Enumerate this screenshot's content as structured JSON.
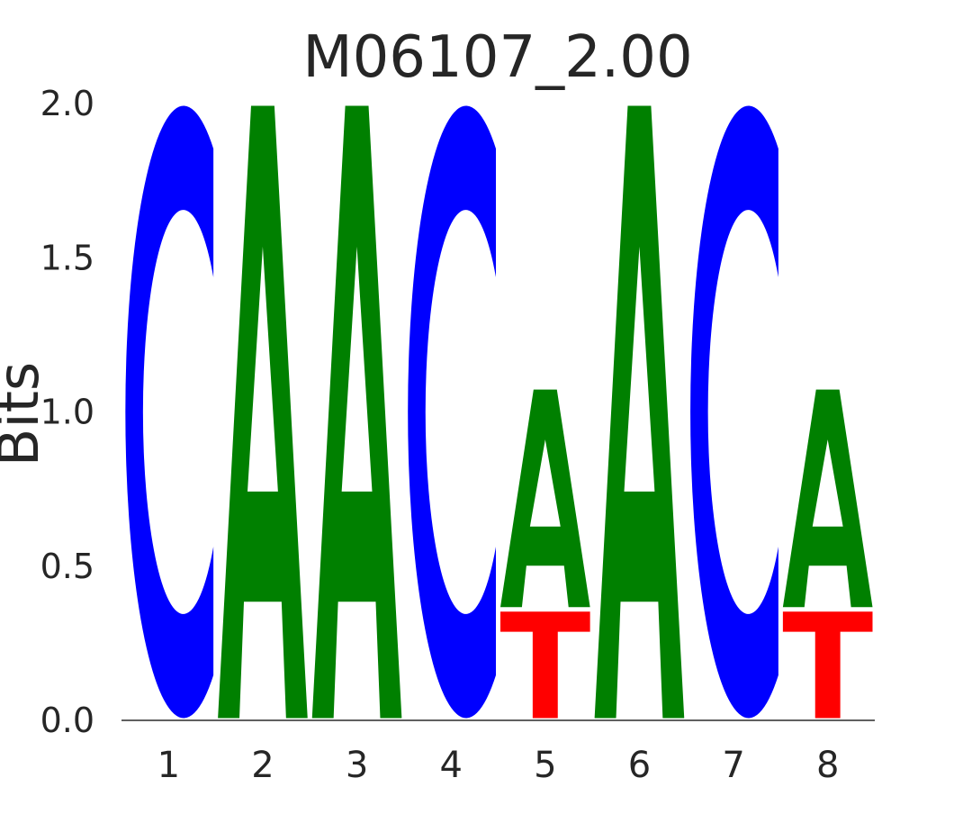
{
  "chart_data": {
    "type": "sequence-logo",
    "title": "M06107_2.00",
    "ylabel": "Bits",
    "xlabel": "",
    "ylim": [
      0,
      2.0
    ],
    "yticks": [
      "0.0",
      "0.5",
      "1.0",
      "1.5",
      "2.0"
    ],
    "ytick_values": [
      0,
      0.5,
      1.0,
      1.5,
      2.0
    ],
    "positions": [
      "1",
      "2",
      "3",
      "4",
      "5",
      "6",
      "7",
      "8"
    ],
    "colors": {
      "A": "#008000",
      "C": "#0000ff",
      "G": "#ffa500",
      "T": "#ff0000"
    },
    "columns": [
      [
        {
          "letter": "C",
          "bits": 2.0
        }
      ],
      [
        {
          "letter": "A",
          "bits": 2.0
        }
      ],
      [
        {
          "letter": "A",
          "bits": 2.0
        }
      ],
      [
        {
          "letter": "C",
          "bits": 2.0
        }
      ],
      [
        {
          "letter": "T",
          "bits": 0.36
        },
        {
          "letter": "A",
          "bits": 0.72
        }
      ],
      [
        {
          "letter": "A",
          "bits": 2.0
        }
      ],
      [
        {
          "letter": "C",
          "bits": 2.0
        }
      ],
      [
        {
          "letter": "T",
          "bits": 0.36
        },
        {
          "letter": "A",
          "bits": 0.72
        }
      ]
    ]
  }
}
